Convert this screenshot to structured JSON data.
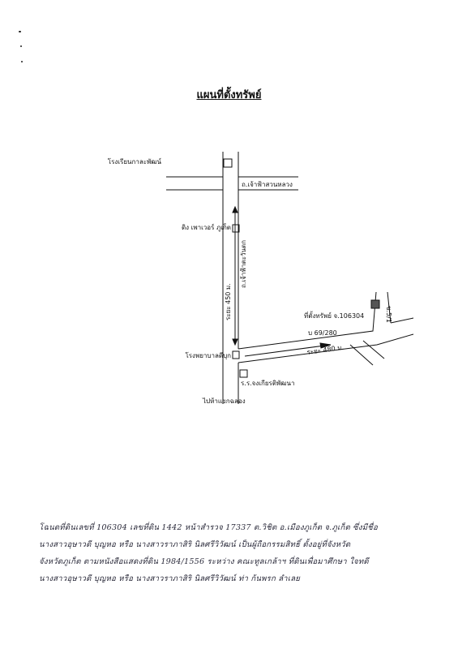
{
  "title": "แผนที่ตั้งทรัพย์",
  "map": {
    "school_top": "โรงเรียนกาละพัฒน์",
    "road_top": "ถ.เจ้าฟ้าสวนหลวง",
    "building": "ดิง เพาเวอร์ ภูเก็ต",
    "road_vertical": "ถ.เจ้าฟ้าตะวันตก",
    "distance_vertical": "ระยะ 450 ม.",
    "hospital": "โรงพยาบาลดีบุก",
    "property_label": "ที่ตั้งทรัพย์ จ.106304",
    "house_no": "บ 69/280",
    "distance_horizontal": "ระยะ 480 ม.",
    "soi": "ซ.5/1",
    "school_bottom": "ร.ร.จงเกียรติพัฒนา",
    "direction_bottom": "ไปห้าแยกฉลอง"
  },
  "handwritten_note": [
    "โฉนดที่ดินเลขที่ 106304 เลขที่ดิน 1442 หน้าสำรวจ 17337 ต.วิชิต อ.เมืองภูเก็ต จ.ภูเก็ต ซึ่งมีชื่อ",
    "นางสาวอุษาวดี บุญหอ หรือ นางสาวราภาสิริ นิลศรีวิวัฒน์ เป็นผู้ถือกรรมสิทธิ์ ตั้งอยู่ที่จังหวัด",
    "จังหวัดภูเก็ต ตามหนังสือแสดงที่ดิน 1984/1556 ระหว่าง คณะทูลเกล้าฯ ที่ดินเพื่อมาศึกษา ใจทดี",
    "นางสาวอุษาวดี บุญหอ หรือ นางสาวราภาสิริ นิลศรีวิวัฒน์ ท่า ก้นพรก ลำเลย"
  ]
}
